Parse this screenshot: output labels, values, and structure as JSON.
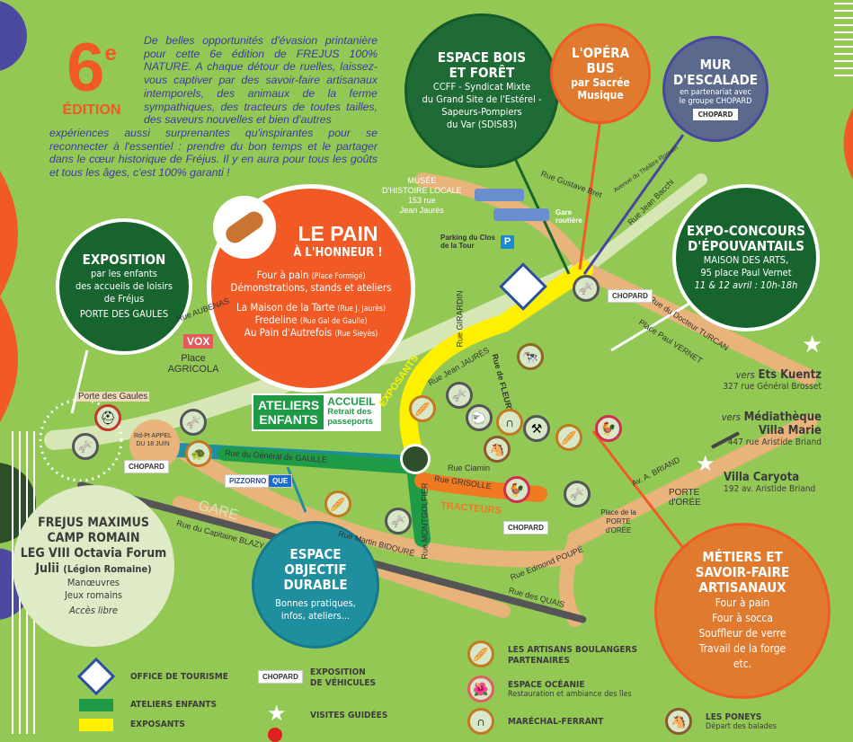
{
  "edition": {
    "number": "6",
    "sup": "e",
    "label": "ÉDITION"
  },
  "intro": {
    "line_indented": "De belles opportunités d'évasion printanière pour cette 6e édition de FREJUS 100% NATURE. A chaque détour de ruelles, laissez-vous captiver par des savoir-faire artisanaux intemporels, des animaux de la ferme sympathiques, des tracteurs de toutes tailles, des saveurs nouvelles et bien d'autres",
    "line_full": "expériences aussi surprenantes qu'inspirantes pour se reconnecter à l'essentiel : prendre du bon temps et le partager dans le cœur historique de Fréjus. Il y en aura pour tous les goûts et tous les âges, c'est 100% garanti !"
  },
  "bubbles": {
    "bois": {
      "title1": "ESPACE BOIS",
      "title2": "ET FORÊT",
      "l1": "CCFF - Syndicat Mixte",
      "l2": "du Grand Site de l'Estérel -",
      "l3": "Sapeurs-Pompiers",
      "l4": "du Var (SDIS83)"
    },
    "opera": {
      "t1": "L'OPÉRA",
      "t2": "BUS",
      "t3": "par Sacrée",
      "t4": "Musique"
    },
    "mur": {
      "t1": "MUR",
      "t2": "D'ESCALADE",
      "l1": "en partenariat avec",
      "l2": "le groupe CHOPARD"
    },
    "expo_concours": {
      "t1": "EXPO-CONCOURS",
      "t2": "D'ÉPOUVANTAILS",
      "l1": "MAISON DES ARTS,",
      "l2": "95 place Paul Vernet",
      "l3": "11 & 12 avril : 10h-18h"
    },
    "exposition": {
      "t1": "EXPOSITION",
      "l1": "par les enfants",
      "l2": "des accueils de loisirs",
      "l3": "de Fréjus",
      "l4": "PORTE DES GAULES"
    },
    "pain": {
      "t1": "LE PAIN",
      "t2": "À L'HONNEUR !",
      "r1": "Four à pain",
      "r1s": "(Place Formigé)",
      "r2": "Démonstrations, stands et ateliers",
      "r3": "La Maison de la Tarte",
      "r3s": "(Rue J. Jaurès)",
      "r4": "Fredeline",
      "r4s": "(Rue Gal de Gaulle)",
      "r5": "Au Pain d'Autrefois",
      "r5s": "(Rue Sieyès)"
    },
    "maximus": {
      "t1": "FREJUS MAXIMUS",
      "t2": "CAMP ROMAIN",
      "t3": "LEG VIII Octavia Forum",
      "t4": "Julii",
      "t4s": "(Légion Romaine)",
      "l1": "Manœuvres",
      "l2": "Jeux romains",
      "l3": "Accès libre"
    },
    "durable": {
      "t1": "ESPACE",
      "t2": "OBJECTIF",
      "t3": "DURABLE",
      "l1": "Bonnes pratiques,",
      "l2": "infos, ateliers..."
    },
    "metiers": {
      "t1": "MÉTIERS ET",
      "t2": "SAVOIR-FAIRE",
      "t3": "ARTISANAUX",
      "l1": "Four à pain",
      "l2": "Four à socca",
      "l3": "Souffleur de verre",
      "l4": "Travail de la forge",
      "l5": "etc."
    }
  },
  "ateliers": {
    "a1": "ATELIERS",
    "a2": "ENFANTS",
    "b1": "ACCUEIL",
    "b2": "Retrait des",
    "b3": "passeports"
  },
  "musee": {
    "t1": "MUSÉE",
    "t2": "D'HISTOIRE LOCALE",
    "l1": "153 rue",
    "l2": "Jean Jaurès"
  },
  "map_labels": {
    "gare_routiere": "Gare routière",
    "parking": "Parking du Clos de la Tour",
    "gustave": "Rue Gustave Bret",
    "bacchi": "Rue Jean Bacchi",
    "theatre": "Avenue du Théâtre Romain",
    "turcan": "Rue du Docteur TURCAN",
    "vernet": "Place Paul VERNET",
    "girardin": "Rue GIRARDIN",
    "jaures": "Rue Jean JAURÈS",
    "fleury": "Rue de FLEURY",
    "exposants": "EXPOSANTS",
    "gaulle": "Rue du Général de GAULLE",
    "ciamin": "Rue Ciamin",
    "grisolle": "Rue GRISOLLE",
    "tracteurs": "TRACTEURS",
    "montgolfier": "Rue MONTGOLFIER",
    "briand": "Av. A. BRIAND",
    "porte_oree": "PORTE d'ORÉE",
    "place_oree": "Place de la PORTE d'ORÉE",
    "pouzet": "Rue Edmond POUPÉ",
    "quais": "Rue des QUAIS",
    "bidoure": "Rue Martin BIDOURÉ",
    "blaziz": "Rue du Capitaine BLAZY",
    "gare": "GARE",
    "agricola": "Place AGRICOLA",
    "porte_gaules": "Porte des Gaules",
    "rdpt": "Rd-Pt APPEL DU 18 JUIN",
    "aube": "Rue AUBENAS",
    "vox": "VOX",
    "chopard": "CHOPARD",
    "pizzorno": "PIZZORNO",
    "que": "QUE"
  },
  "destinations": {
    "kuentz_pre": "vers",
    "kuentz": "Ets Kuentz",
    "kuentz_addr": "327 rue Général Brosset",
    "media_pre": "vers",
    "media1": "Médiathèque",
    "media2": "Villa Marie",
    "media_addr": "447 rue Aristide Briand",
    "caryota": "Villa Caryota",
    "caryota_addr": "192 av. Aristide Briand"
  },
  "legend": {
    "office": "OFFICE DE TOURISME",
    "ateliers": "ATELIERS ENFANTS",
    "exposants": "EXPOSANTS",
    "vehicules1": "EXPOSITION",
    "vehicules2": "DE VÉHICULES",
    "visites": "VISITES GUIDÉES",
    "boulangers1": "LES ARTISANS BOULANGERS",
    "boulangers2": "PARTENAIRES",
    "oceanie": "ESPACE OCÉANIE",
    "oceanie_sub": "Restauration et ambiance des îles",
    "marechal": "MARÉCHAL-FERRANT",
    "poneys": "LES PONEYS",
    "poneys_sub": "Départ des balades"
  },
  "colors": {
    "bg": "#93c855",
    "dark_green": "#17642f",
    "orange": "#f15a24",
    "teal": "#1f8fa0",
    "yellow": "#fff000",
    "road": "#e8b47c",
    "slate": "#5b6a8c"
  }
}
